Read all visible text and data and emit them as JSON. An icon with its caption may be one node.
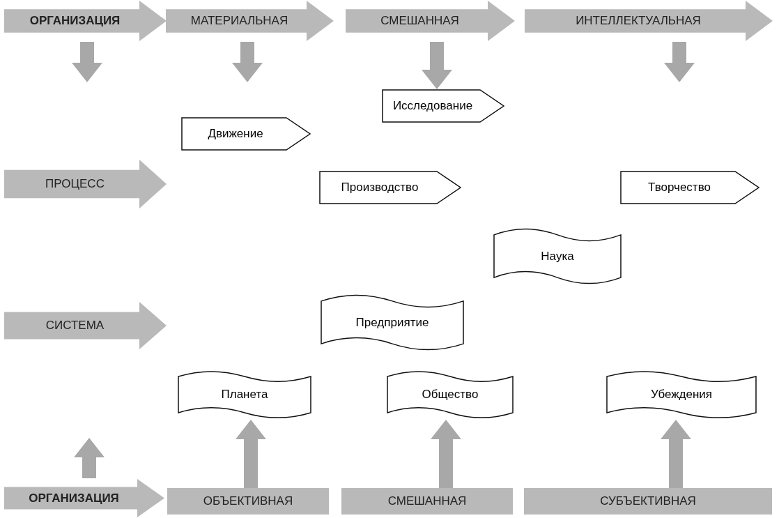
{
  "diagram": {
    "nodes": [
      {
        "text": [
          "ОРГАНИЗАЦИЯ"
        ]
      },
      {
        "text": [
          "МАТЕРИАЛЬНАЯ"
        ]
      },
      {
        "text": [
          "СМЕШАННАЯ"
        ]
      },
      {
        "text": [
          "ИНТЕЛЛЕКТУАЛЬНАЯ"
        ]
      },
      {
        "text": [
          "Исследование"
        ]
      },
      {
        "text": [
          "Движение"
        ]
      },
      {
        "text": [
          "ПРОЦЕСС"
        ]
      },
      {
        "text": [
          "Производство"
        ]
      },
      {
        "text": [
          "Творчество"
        ]
      },
      {
        "text": [
          "Наука"
        ]
      },
      {
        "text": [
          "Предприятие"
        ]
      },
      {
        "text": [
          "СИСТЕМА"
        ]
      },
      {
        "text": [
          "Планета"
        ]
      },
      {
        "text": [
          "Общество"
        ]
      },
      {
        "text": [
          "Убеждения"
        ]
      },
      {
        "text": [
          "ОРГАНИЗАЦИЯ"
        ]
      },
      {
        "text": [
          "ОБЪЕКТИВНАЯ"
        ]
      },
      {
        "text": [
          "СМЕШАННАЯ"
        ]
      },
      {
        "text": [
          "СУБЪЕКТИВНАЯ"
        ]
      }
    ],
    "edges": [
      {
        "from": 0,
        "to": null,
        "arrow": "to"
      },
      {
        "from": 1,
        "to": null,
        "arrow": "to"
      },
      {
        "from": 2,
        "to": 4,
        "arrow": "to"
      },
      {
        "from": 3,
        "to": null,
        "arrow": "to"
      },
      {
        "from": 15,
        "to": null,
        "arrow": "to"
      },
      {
        "from": 16,
        "to": 12,
        "arrow": "to"
      },
      {
        "from": 17,
        "to": 13,
        "arrow": "to"
      },
      {
        "from": 18,
        "to": 14,
        "arrow": "to"
      }
    ]
  }
}
